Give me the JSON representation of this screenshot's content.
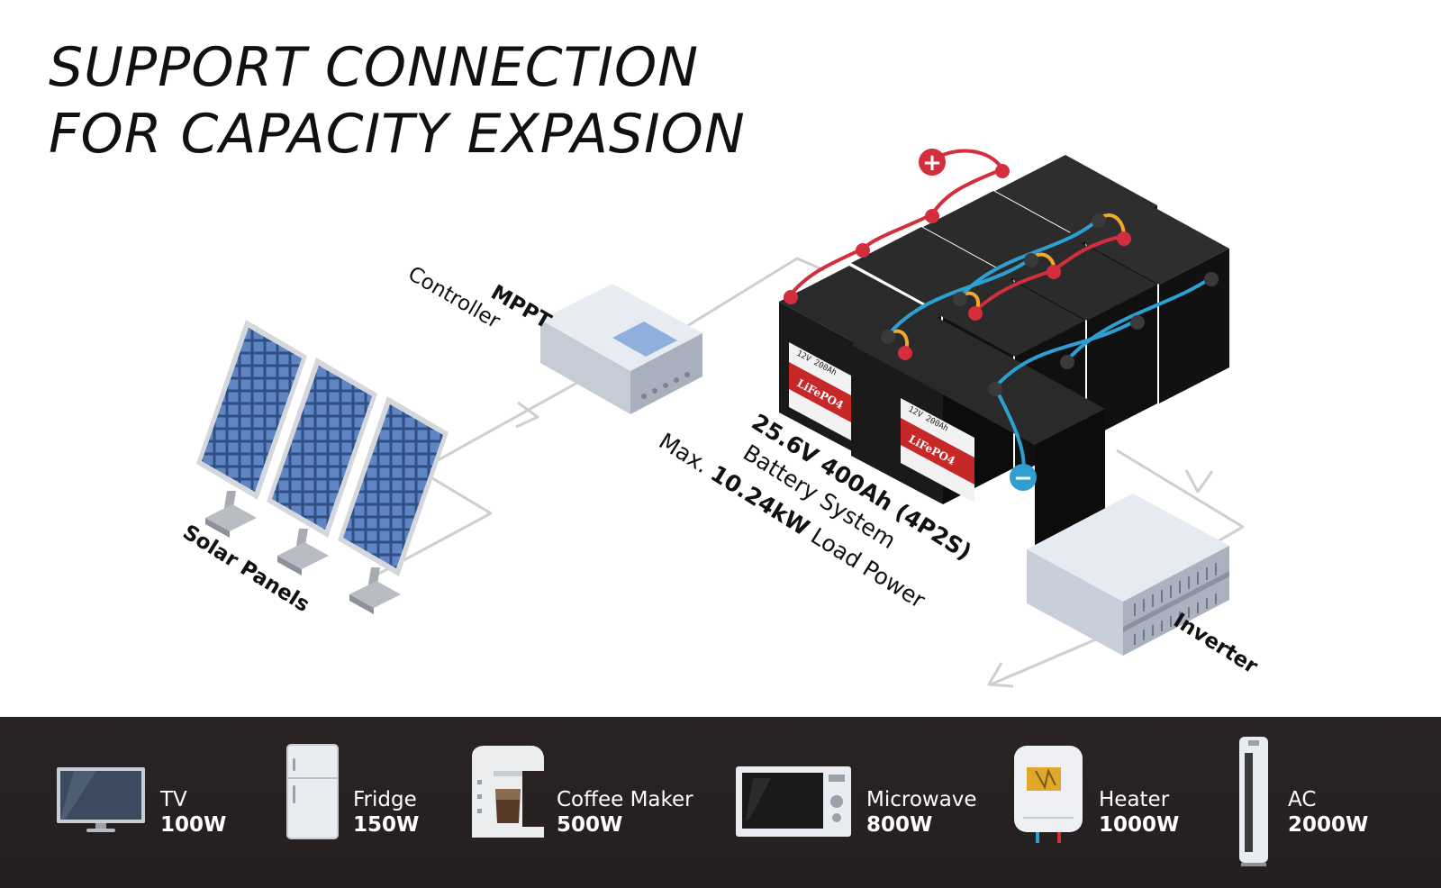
{
  "headline": {
    "line1": "SUPPORT CONNECTION",
    "line2": "FOR CAPACITY EXPASION"
  },
  "labels": {
    "mppt_title": "MPPT",
    "mppt_sub": "Controller",
    "solar": "Solar Panels",
    "inverter": "Inverter",
    "battery_spec": "25.6V 400Ah (4P2S)",
    "battery_system": "Battery System",
    "load_prefix": "Max.",
    "load_value": "10.24kW",
    "load_suffix": "Load Power"
  },
  "battery_label": {
    "model": "12V 200Ah",
    "brand": "LiFePO4"
  },
  "terminals": {
    "positive": "+",
    "negative": "−"
  },
  "appliances": [
    {
      "name": "TV",
      "watt": "100W",
      "icon": "tv-icon"
    },
    {
      "name": "Fridge",
      "watt": "150W",
      "icon": "fridge-icon"
    },
    {
      "name": "Coffee Maker",
      "watt": "500W",
      "icon": "coffee-maker-icon"
    },
    {
      "name": "Microwave",
      "watt": "800W",
      "icon": "microwave-icon"
    },
    {
      "name": "Heater",
      "watt": "1000W",
      "icon": "heater-icon"
    },
    {
      "name": "AC",
      "watt": "2000W",
      "icon": "ac-icon"
    }
  ],
  "colors": {
    "positive_wire": "#d42e3c",
    "negative_wire": "#2e9fd1",
    "bridge_wire": "#f0a92a",
    "battery_body": "#1b1b1b",
    "bottom_bar": "#262020"
  }
}
